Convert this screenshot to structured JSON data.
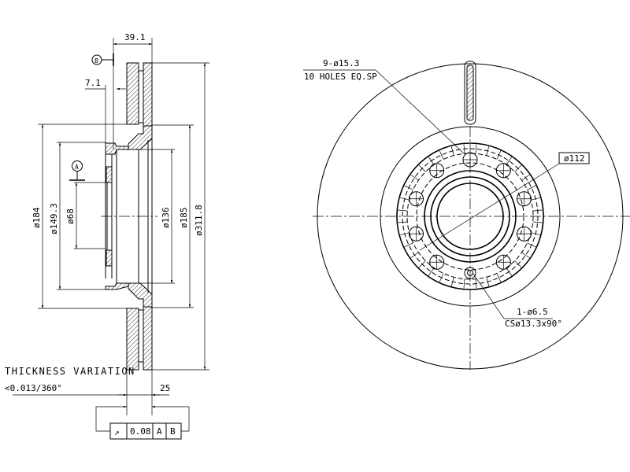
{
  "side_view": {
    "dim_overall_width": "39.1",
    "dim_hat_offset": "7.1",
    "datum_b": "B",
    "datum_a": "A",
    "dim_dia_184": "ø184",
    "dim_dia_149": "ø149.3",
    "dim_dia_68": "ø68",
    "dim_dia_136": "ø136",
    "dim_dia_185": "ø185",
    "dim_dia_311": "ø311.8",
    "dim_thickness": "25"
  },
  "notes": {
    "thickness_title": "THICKNESS VARIATION",
    "thickness_value": "<0.013/360°"
  },
  "feature_control_frame": {
    "symbol": "↗",
    "tolerance": "0.08",
    "datum_1": "A",
    "datum_2": "B"
  },
  "front_view": {
    "holes_callout": "9-ø15.3",
    "holes_note": "10 HOLES EQ.SP",
    "pcd_callout": "ø112",
    "small_hole_callout": "1-ø6.5",
    "small_hole_note": "CSø13.3x90°"
  }
}
